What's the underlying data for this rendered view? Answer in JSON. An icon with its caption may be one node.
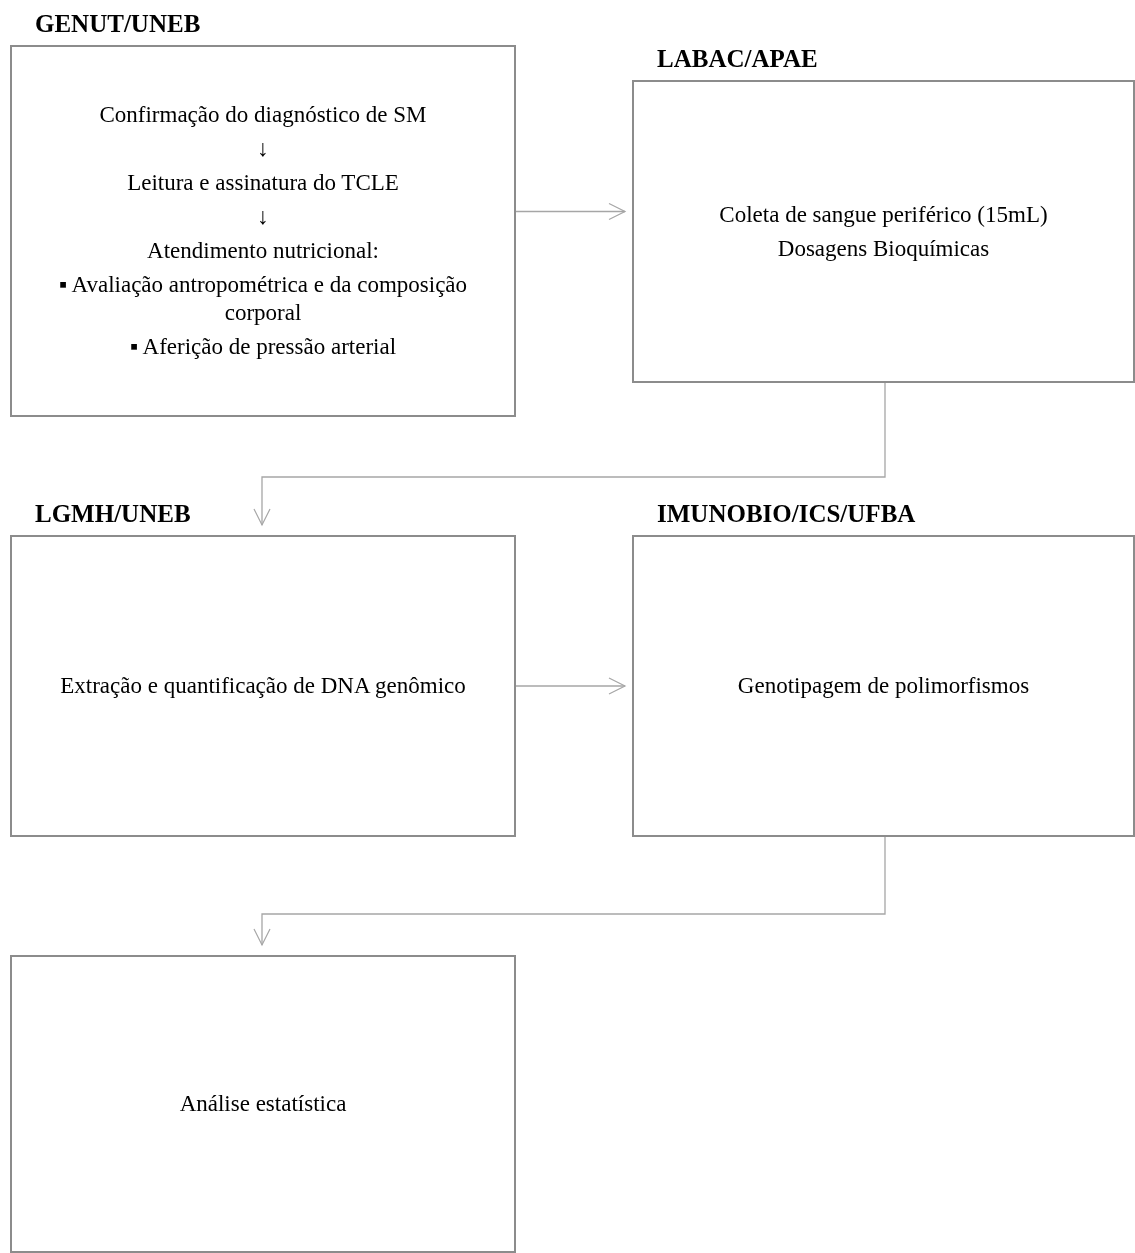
{
  "diagram": {
    "nodes": [
      {
        "text": [
          "GENUT/UNEB",
          "Confirmação do diagnóstico de SM",
          "↓",
          "Leitura e assinatura do TCLE",
          "↓",
          "Atendimento nutricional:",
          "▪ Avaliação antropométrica e da composição corporal",
          "▪ Aferição de pressão arterial"
        ]
      },
      {
        "text": [
          "LABAC/APAE",
          "Coleta de sangue periférico (15mL)",
          "Dosagens Bioquímicas"
        ]
      },
      {
        "text": [
          "LGMH/UNEB",
          "Extração e quantificação de DNA genômico"
        ]
      },
      {
        "text": [
          "IMUNOBIO/ICS/UFBA",
          "Genotipagem de polimorfismos"
        ]
      },
      {
        "text": [
          "Análise estatística"
        ]
      }
    ],
    "edges": [
      {
        "from": 0,
        "to": 1,
        "arrow": "to"
      },
      {
        "from": 1,
        "to": 2,
        "arrow": "to"
      },
      {
        "from": 2,
        "to": 3,
        "arrow": "to"
      },
      {
        "from": 3,
        "to": 4,
        "arrow": "to"
      }
    ]
  }
}
